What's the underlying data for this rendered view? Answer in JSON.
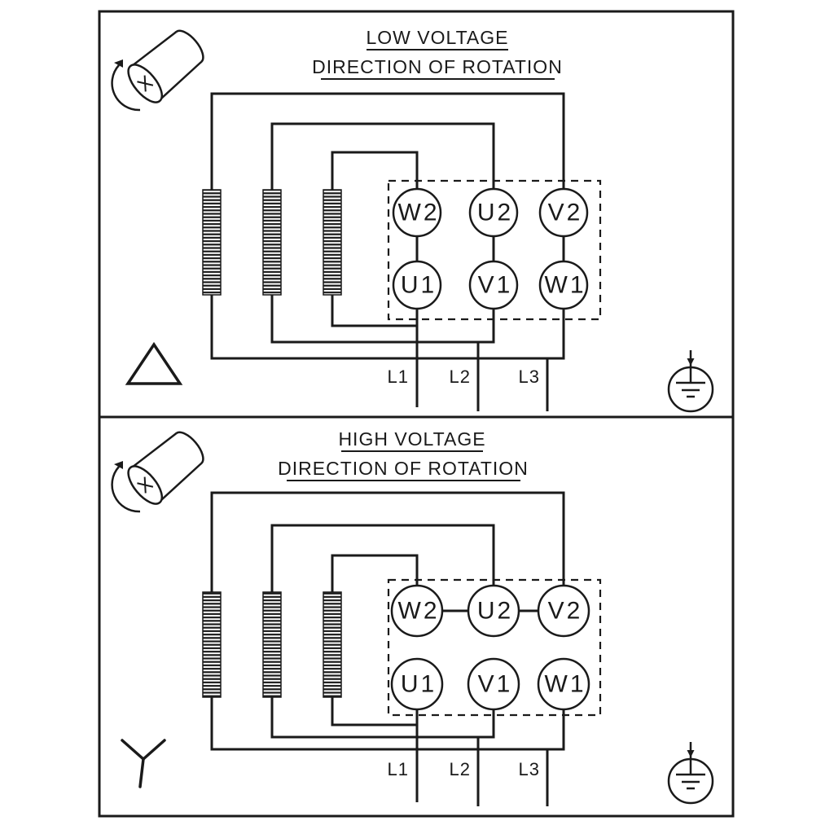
{
  "diagram_type": "motor-terminal-wiring",
  "colors": {
    "ink": "#1a1a1a",
    "background": "#ffffff"
  },
  "panels": [
    {
      "id": "low-voltage",
      "title": "LOW VOLTAGE",
      "subtitle": "DIRECTION OF ROTATION",
      "connection_symbol": "delta",
      "terminals_top": [
        "W2",
        "U2",
        "V2"
      ],
      "terminals_bottom": [
        "U1",
        "V1",
        "W1"
      ],
      "lines": [
        "L1",
        "L2",
        "L3"
      ],
      "icons": [
        "shaft-rotation-icon",
        "delta-connection-icon",
        "ground-icon"
      ]
    },
    {
      "id": "high-voltage",
      "title": "HIGH VOLTAGE",
      "subtitle": "DIRECTION OF ROTATION",
      "connection_symbol": "star",
      "terminals_top": [
        "W2",
        "U2",
        "V2"
      ],
      "terminals_bottom": [
        "U1",
        "V1",
        "W1"
      ],
      "lines": [
        "L1",
        "L2",
        "L3"
      ],
      "icons": [
        "shaft-rotation-icon",
        "star-connection-icon",
        "ground-icon"
      ]
    }
  ]
}
